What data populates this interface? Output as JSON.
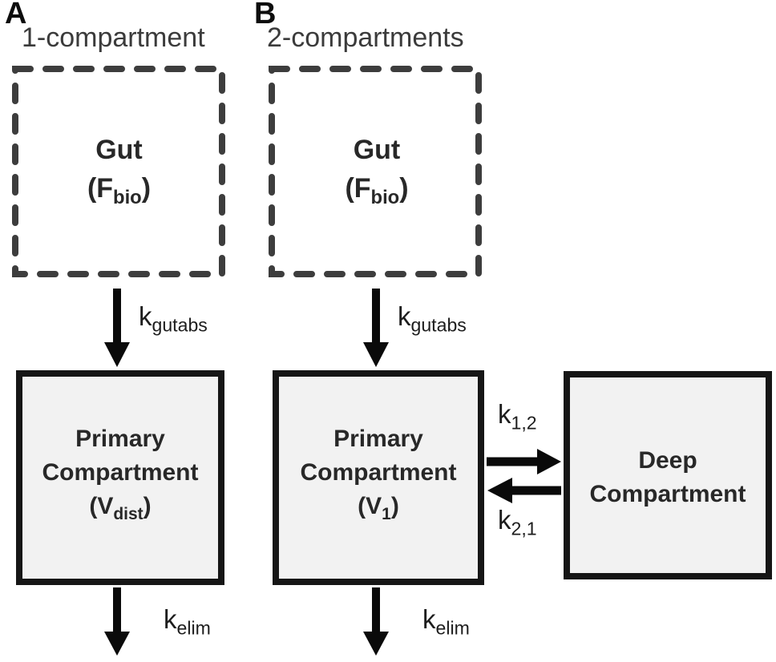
{
  "figure": {
    "description": "Two-panel pharmacokinetic compartment model diagram"
  },
  "colors": {
    "background": "#ffffff",
    "dashed_border": "#3d3d3d",
    "solid_border": "#161616",
    "box_fill": "#f2f2f2",
    "arrow": "#0a0a0a",
    "text": "#262626",
    "header_text": "#3b3b3b"
  },
  "panels": {
    "a": {
      "tag": "A",
      "title": "1-compartment",
      "gut": {
        "line1": "Gut",
        "paren_prefix": "(F",
        "paren_sub": "bio",
        "paren_suffix": ")"
      },
      "primary": {
        "line1": "Primary",
        "line2": "Compartment",
        "paren_prefix": "(V",
        "paren_sub": "dist",
        "paren_suffix": ")"
      },
      "rates": {
        "gutabs": {
          "base": "k",
          "sub": "gutabs"
        },
        "elim": {
          "base": "k",
          "sub": "elim"
        }
      }
    },
    "b": {
      "tag": "B",
      "title": "2-compartments",
      "gut": {
        "line1": "Gut",
        "paren_prefix": "(F",
        "paren_sub": "bio",
        "paren_suffix": ")"
      },
      "primary": {
        "line1": "Primary",
        "line2": "Compartment",
        "paren_prefix": "(V",
        "paren_sub": "1",
        "paren_suffix": ")"
      },
      "deep": {
        "line1": "Deep",
        "line2": "Compartment"
      },
      "rates": {
        "gutabs": {
          "base": "k",
          "sub": "gutabs"
        },
        "elim": {
          "base": "k",
          "sub": "elim"
        },
        "k12": {
          "base": "k",
          "sub": "1,2"
        },
        "k21": {
          "base": "k",
          "sub": "2,1"
        }
      }
    }
  }
}
